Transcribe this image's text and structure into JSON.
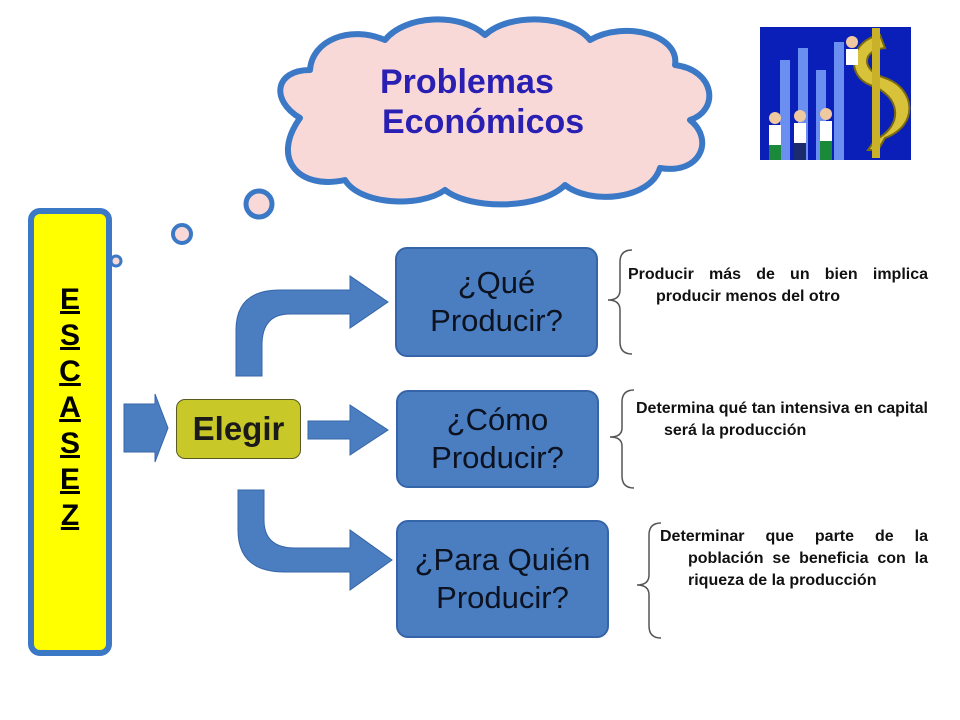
{
  "cloud": {
    "line1": "Problemas",
    "line2": "Económicos"
  },
  "escasez": {
    "letters": [
      "E",
      "S",
      "C",
      "A",
      "S",
      "E",
      "Z"
    ]
  },
  "elegir": "Elegir",
  "questions": [
    {
      "line1": "¿Qué",
      "line2": "Producir?",
      "note": "Producir más de un bien implica producir menos del otro"
    },
    {
      "line1": "¿Cómo",
      "line2": "Producir?",
      "note": "Determina qué tan intensiva en capital será la producción"
    },
    {
      "line1": "¿Para Quién",
      "line2": "Producir?",
      "note": "Determinar que parte de la población se beneficia con la riqueza de la producción"
    }
  ],
  "colors": {
    "cloud_fill": "#f9d9d7",
    "cloud_stroke": "#3b78c6",
    "escasez_fill": "#ffff00",
    "box_fill": "#4a7ec0",
    "elegir_fill": "#c8c829",
    "title_text": "#2a1fb3"
  },
  "clipart": {
    "icon": "business-people-dollar-icon"
  }
}
